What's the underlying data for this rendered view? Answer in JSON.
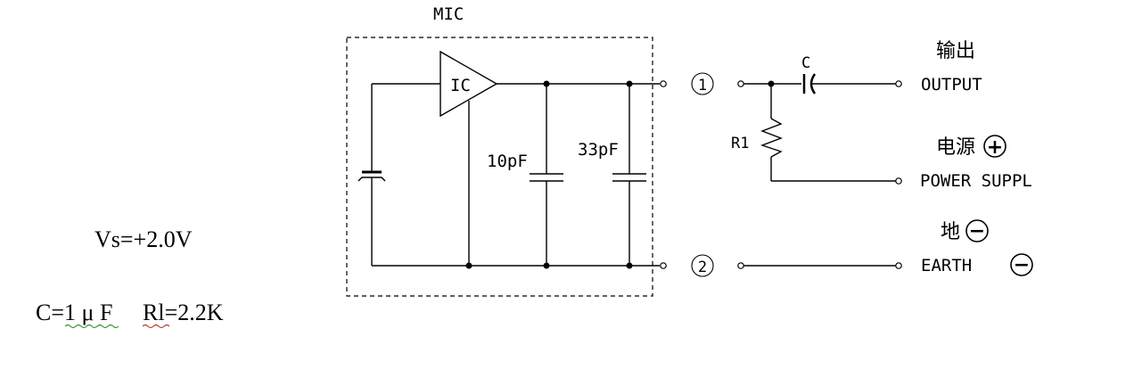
{
  "diagram": {
    "mic_label": "MIC",
    "ic_label": "IC",
    "cap1_label": "10pF",
    "cap2_label": "33pF",
    "pin1": "1",
    "pin2": "2",
    "coupling_cap_label": "C",
    "resistor_label": "R1",
    "output_cn": "输出",
    "output_en": "OUTPUT",
    "power_cn": "电源",
    "power_en": "POWER SUPPL",
    "earth_cn": "地",
    "earth_en": "EARTH",
    "plus_sign": "+",
    "minus_sign": "−",
    "supply_note": "Vs=+2.0V",
    "component_note_c": "C=1 μ F",
    "component_note_r": "Rl=2.2K"
  }
}
